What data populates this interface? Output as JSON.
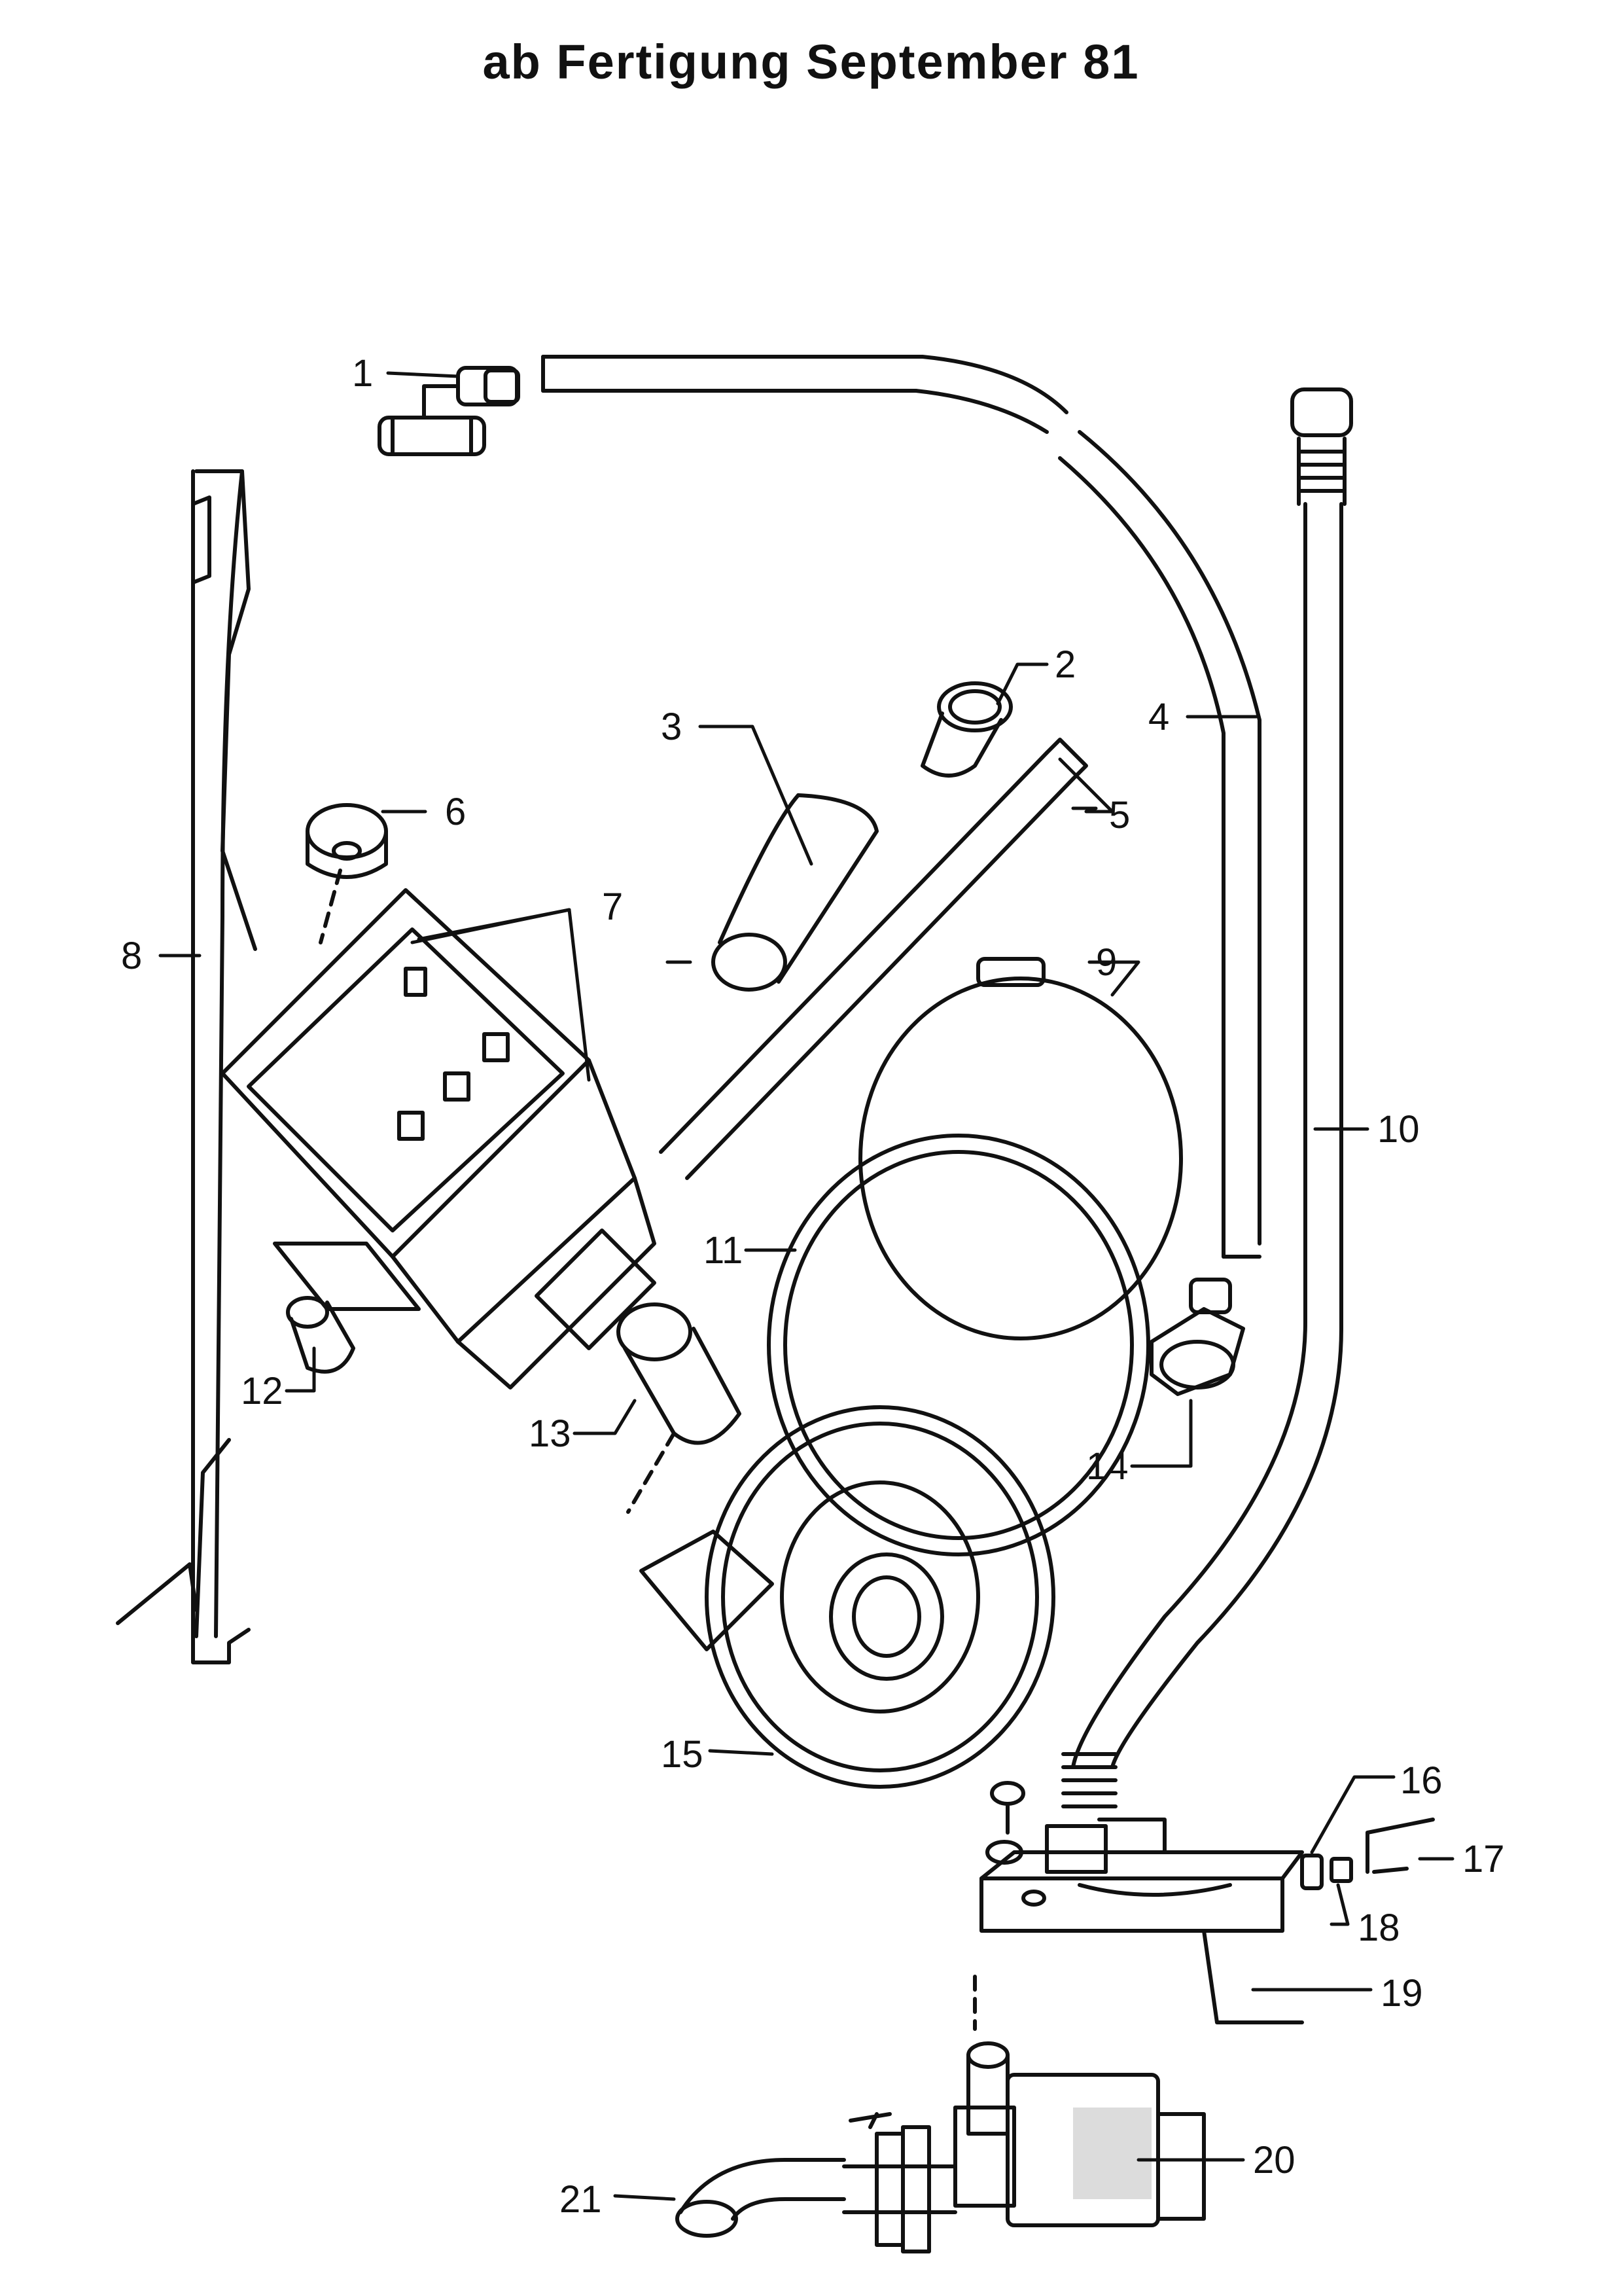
{
  "title": "ab Fertigung September 81",
  "colors": {
    "ink": "#111111",
    "paper": "#ffffff"
  },
  "callouts": {
    "c1": "1",
    "c2": "2",
    "c3": "3",
    "c4": "4",
    "c5": "5",
    "c6": "6",
    "c7": "7",
    "c8": "8",
    "c9": "9",
    "c10": "10",
    "c11": "11",
    "c12": "12",
    "c13": "13",
    "c14": "14",
    "c15": "15",
    "c16": "16",
    "c17": "17",
    "c18": "18",
    "c19": "19",
    "c20": "20",
    "c21": "21"
  }
}
